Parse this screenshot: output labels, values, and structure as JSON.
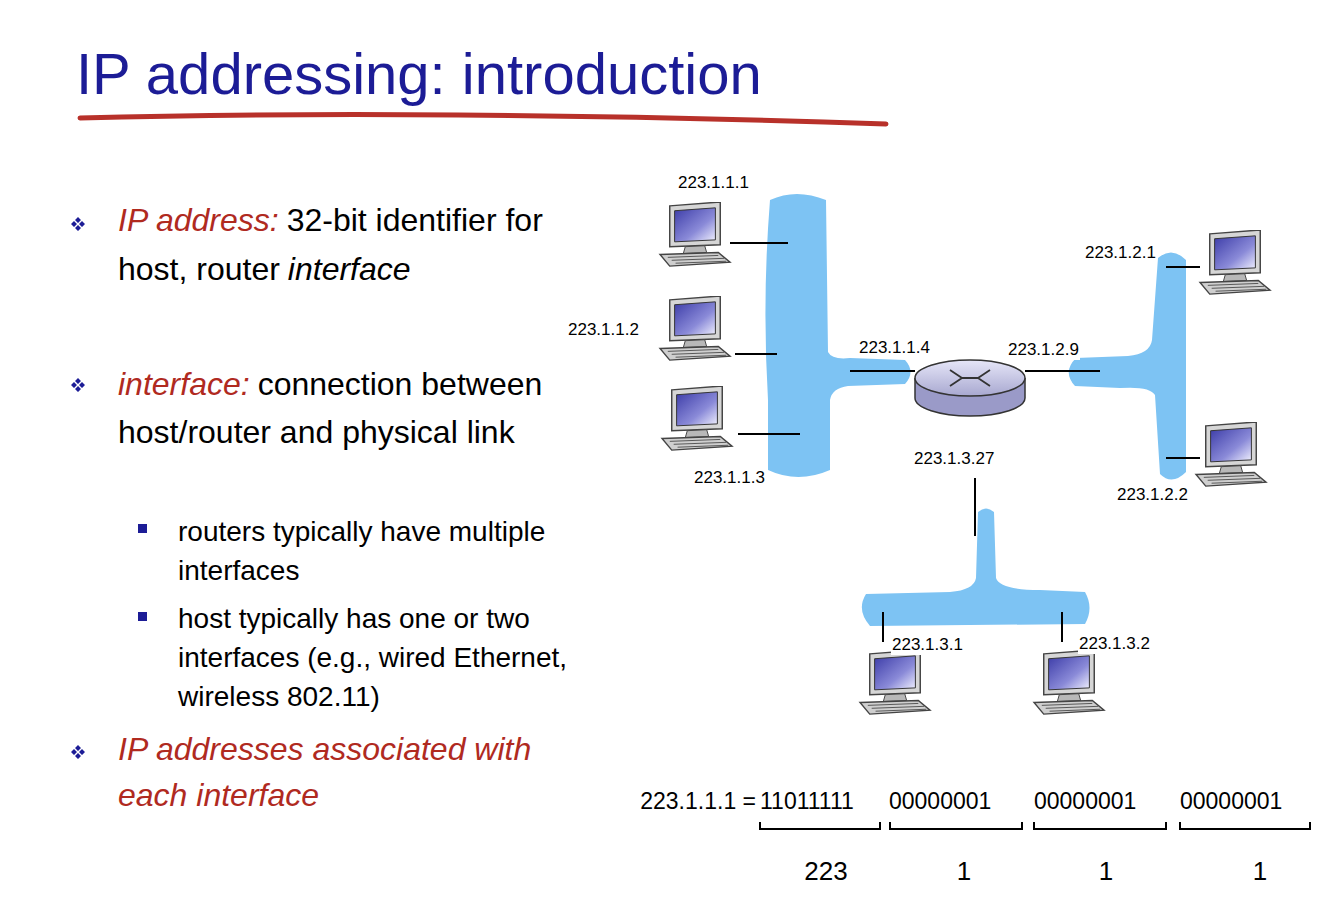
{
  "diagram": {
    "title": "IP addressing: introduction",
    "labels": [
      "IP address:",
      "32-bit identifier for host, router",
      "interface",
      "interface:",
      "connection between host/router and physical link",
      "routers typically have multiple interfaces",
      "host typically has one or two interfaces (e.g., wired Ethernet, wireless 802.11)",
      "IP addresses associated with each interface",
      "223.1.1.1",
      "223.1.1.2",
      "223.1.1.3",
      "223.1.1.4",
      "223.1.2.9",
      "223.1.2.1",
      "223.1.2.2",
      "223.1.3.27",
      "223.1.3.1",
      "223.1.3.2",
      "223.1.1.1 =",
      "11011111",
      "00000001",
      "00000001",
      "00000001",
      "223",
      "1",
      "1",
      "1"
    ]
  }
}
